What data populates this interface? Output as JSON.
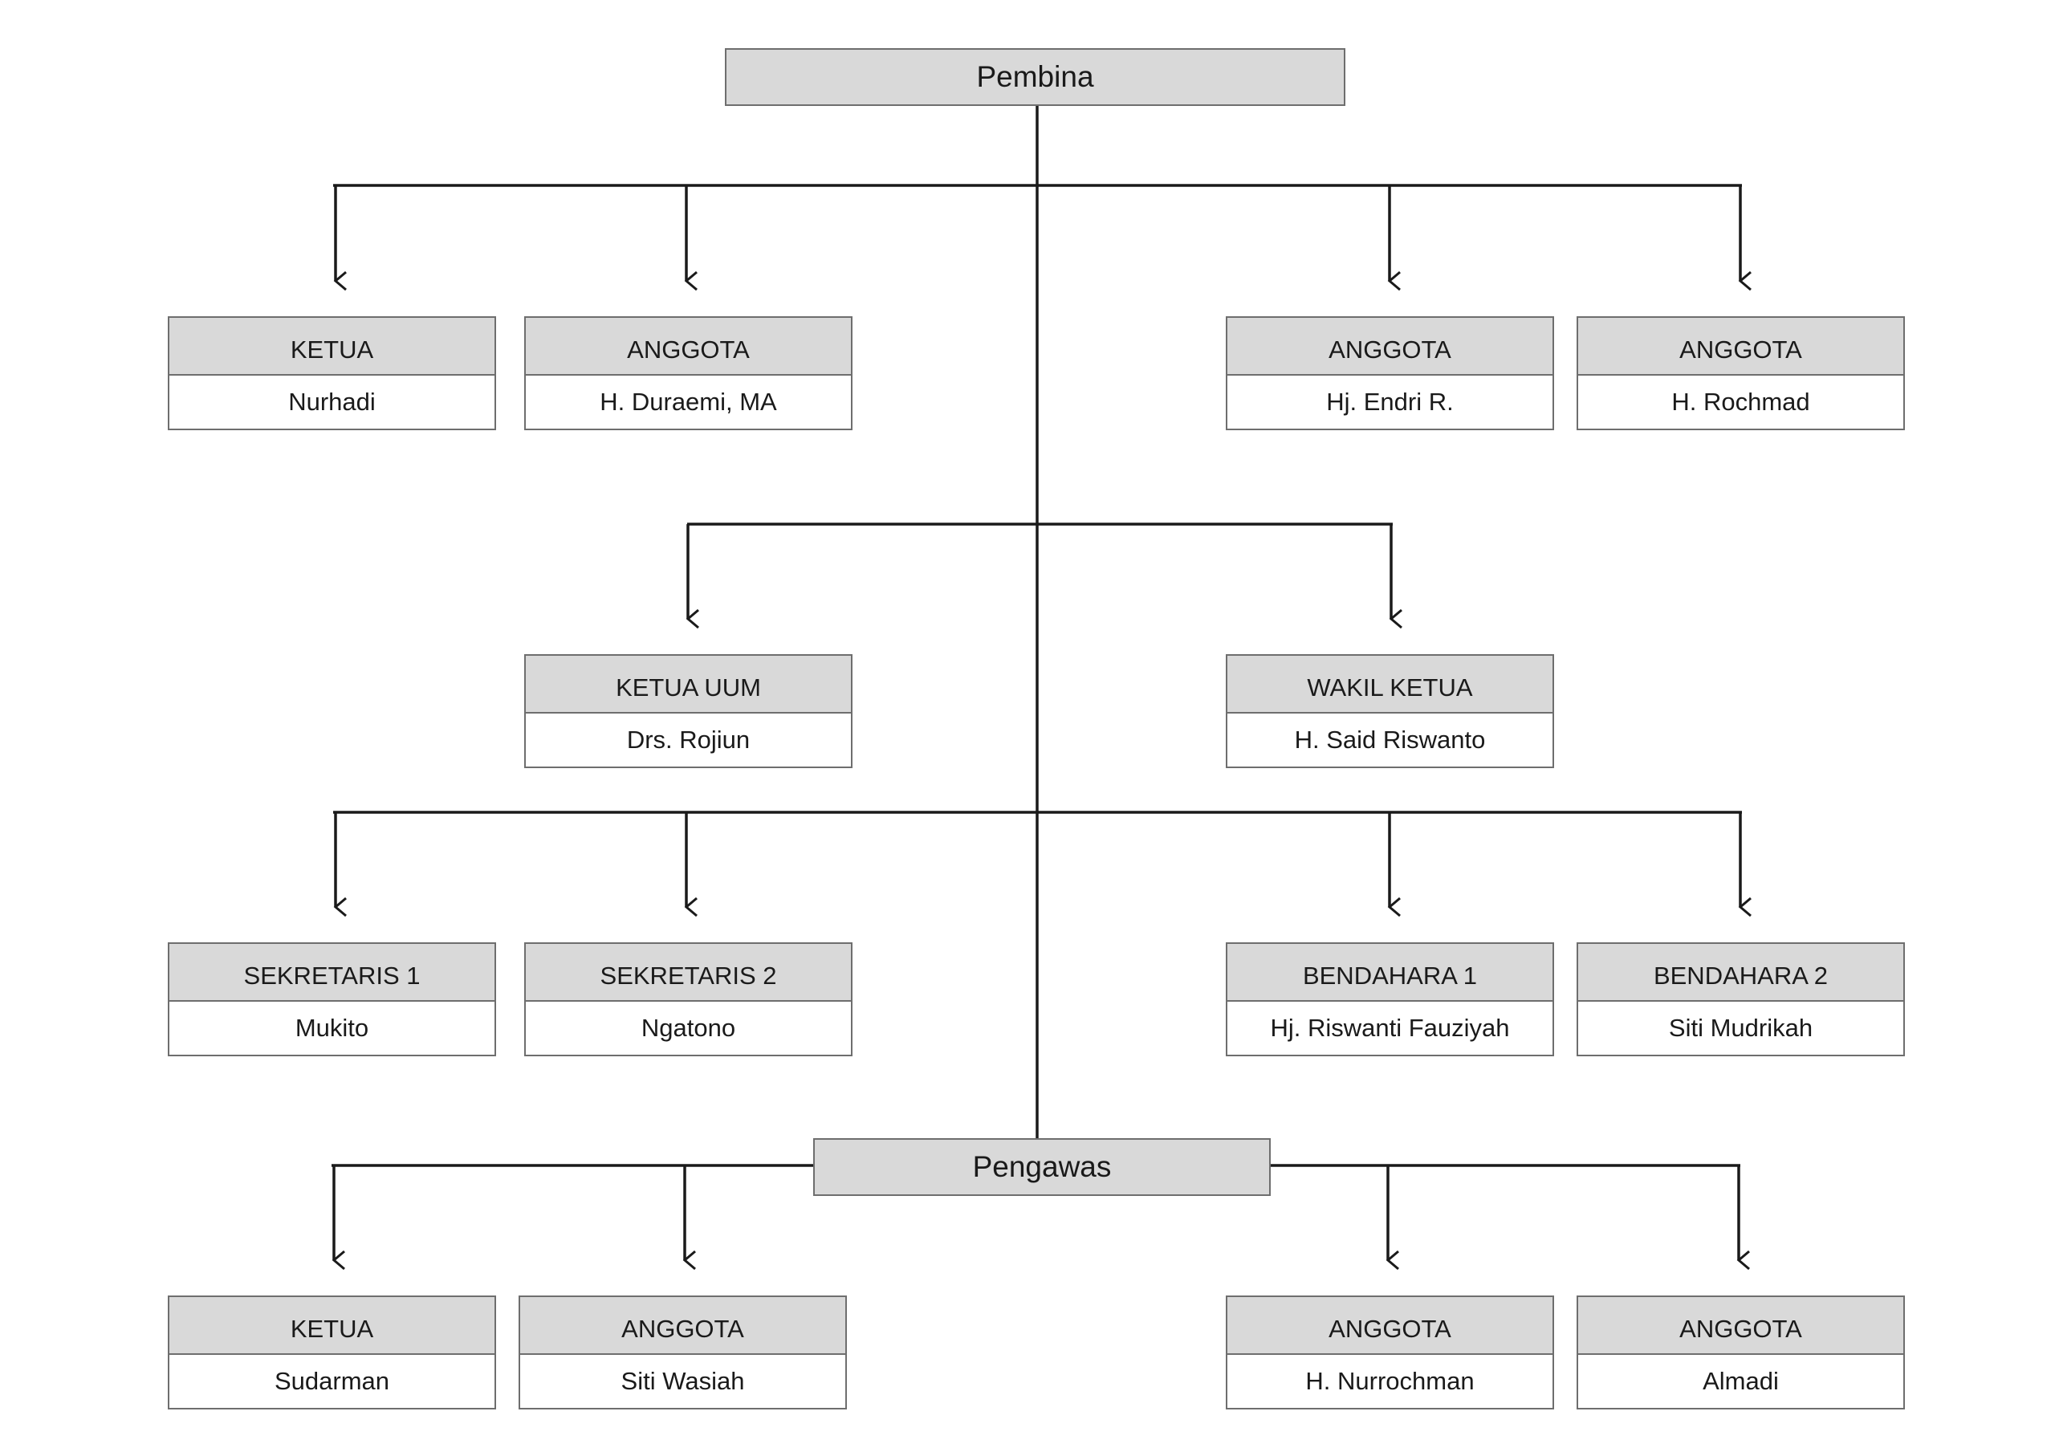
{
  "pembina": {
    "label": "Pembina"
  },
  "pengawas": {
    "label": "Pengawas"
  },
  "pembina_group": [
    {
      "role": "KETUA",
      "name": "Nurhadi"
    },
    {
      "role": "ANGGOTA",
      "name": "H. Duraemi, MA"
    },
    {
      "role": "ANGGOTA",
      "name": "Hj. Endri R."
    },
    {
      "role": "ANGGOTA",
      "name": "H. Rochmad"
    }
  ],
  "leadership": [
    {
      "role": "KETUA UUM",
      "name": "Drs. Rojiun"
    },
    {
      "role": "WAKIL KETUA",
      "name": "H. Said Riswanto"
    }
  ],
  "secretariat": [
    {
      "role": "SEKRETARIS 1",
      "name": "Mukito"
    },
    {
      "role": "SEKRETARIS 2",
      "name": "Ngatono"
    },
    {
      "role": "BENDAHARA 1",
      "name": "Hj. Riswanti Fauziyah"
    },
    {
      "role": "BENDAHARA 2",
      "name": "Siti Mudrikah"
    }
  ],
  "pengawas_group": [
    {
      "role": "KETUA",
      "name": "Sudarman"
    },
    {
      "role": "ANGGOTA",
      "name": "Siti Wasiah"
    },
    {
      "role": "ANGGOTA",
      "name": "H. Nurrochman"
    },
    {
      "role": "ANGGOTA",
      "name": "Almadi"
    }
  ]
}
